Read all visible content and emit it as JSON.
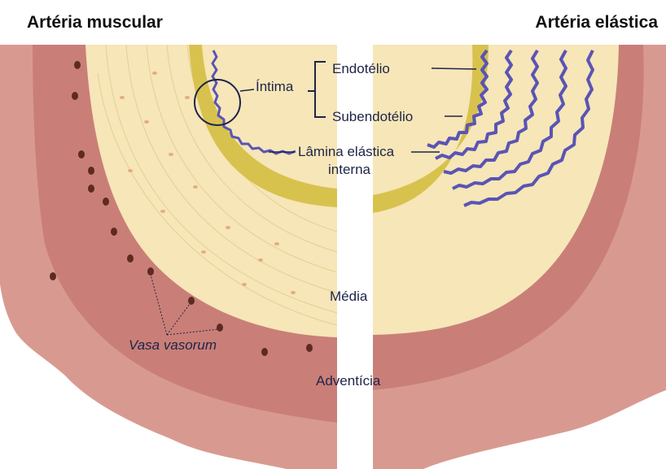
{
  "headings": {
    "left": "Artéria muscular",
    "right": "Artéria elástica"
  },
  "labels": {
    "intima": "Íntima",
    "endotelio": "Endotélio",
    "subendotelio": "Subendotélio",
    "lamina_line1": "Lâmina elástica",
    "lamina_line2": "interna",
    "media": "Média",
    "vasa_vasorum": "Vasa vasorum",
    "adventicia": "Adventícia"
  },
  "colors": {
    "adventitia_outer": "#d89a90",
    "adventitia_inner": "#c97f78",
    "media": "#f6e6b8",
    "intima_yellow": "#d8c24e",
    "elastic_blue": "#5a54b4",
    "label_text": "#1e2448"
  }
}
